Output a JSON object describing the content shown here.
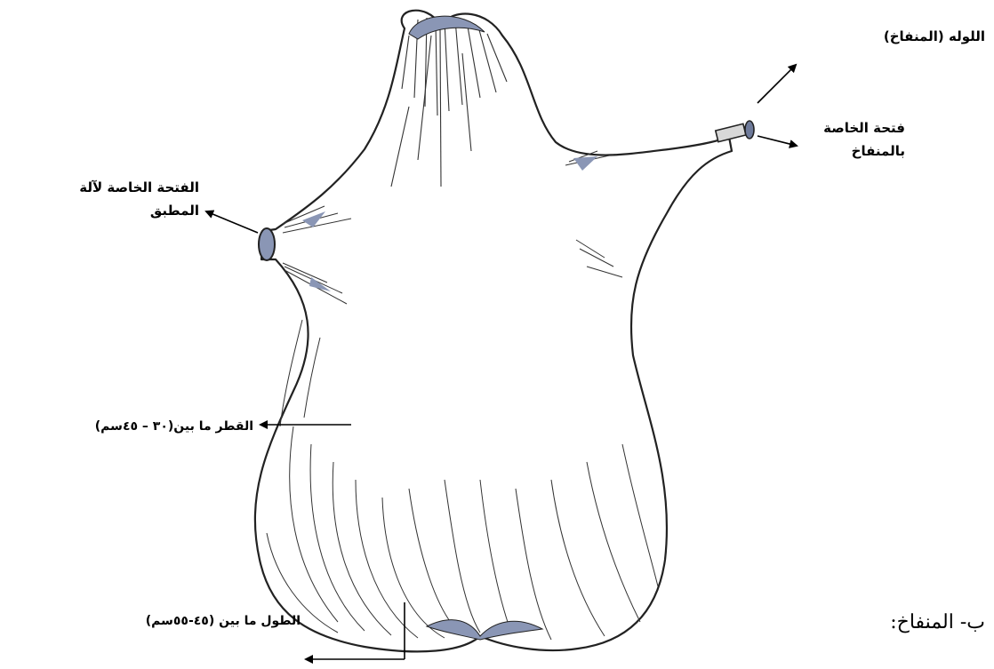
{
  "labels": {
    "tube": "اللوله (المنفاخ)",
    "inflator_opening_line1": "فتحة الخاصة",
    "inflator_opening_line2": "بالمنفاخ",
    "device_opening_line1": "الفتحة الخاصة لآلة",
    "device_opening_line2": "المطبق",
    "diameter": "القطر ما بين(٣٠ – ٤٥سم)",
    "length": "الطول ما بين (٤٥-٥٥سم)"
  },
  "section_heading": "ب- المنفاخ:"
}
